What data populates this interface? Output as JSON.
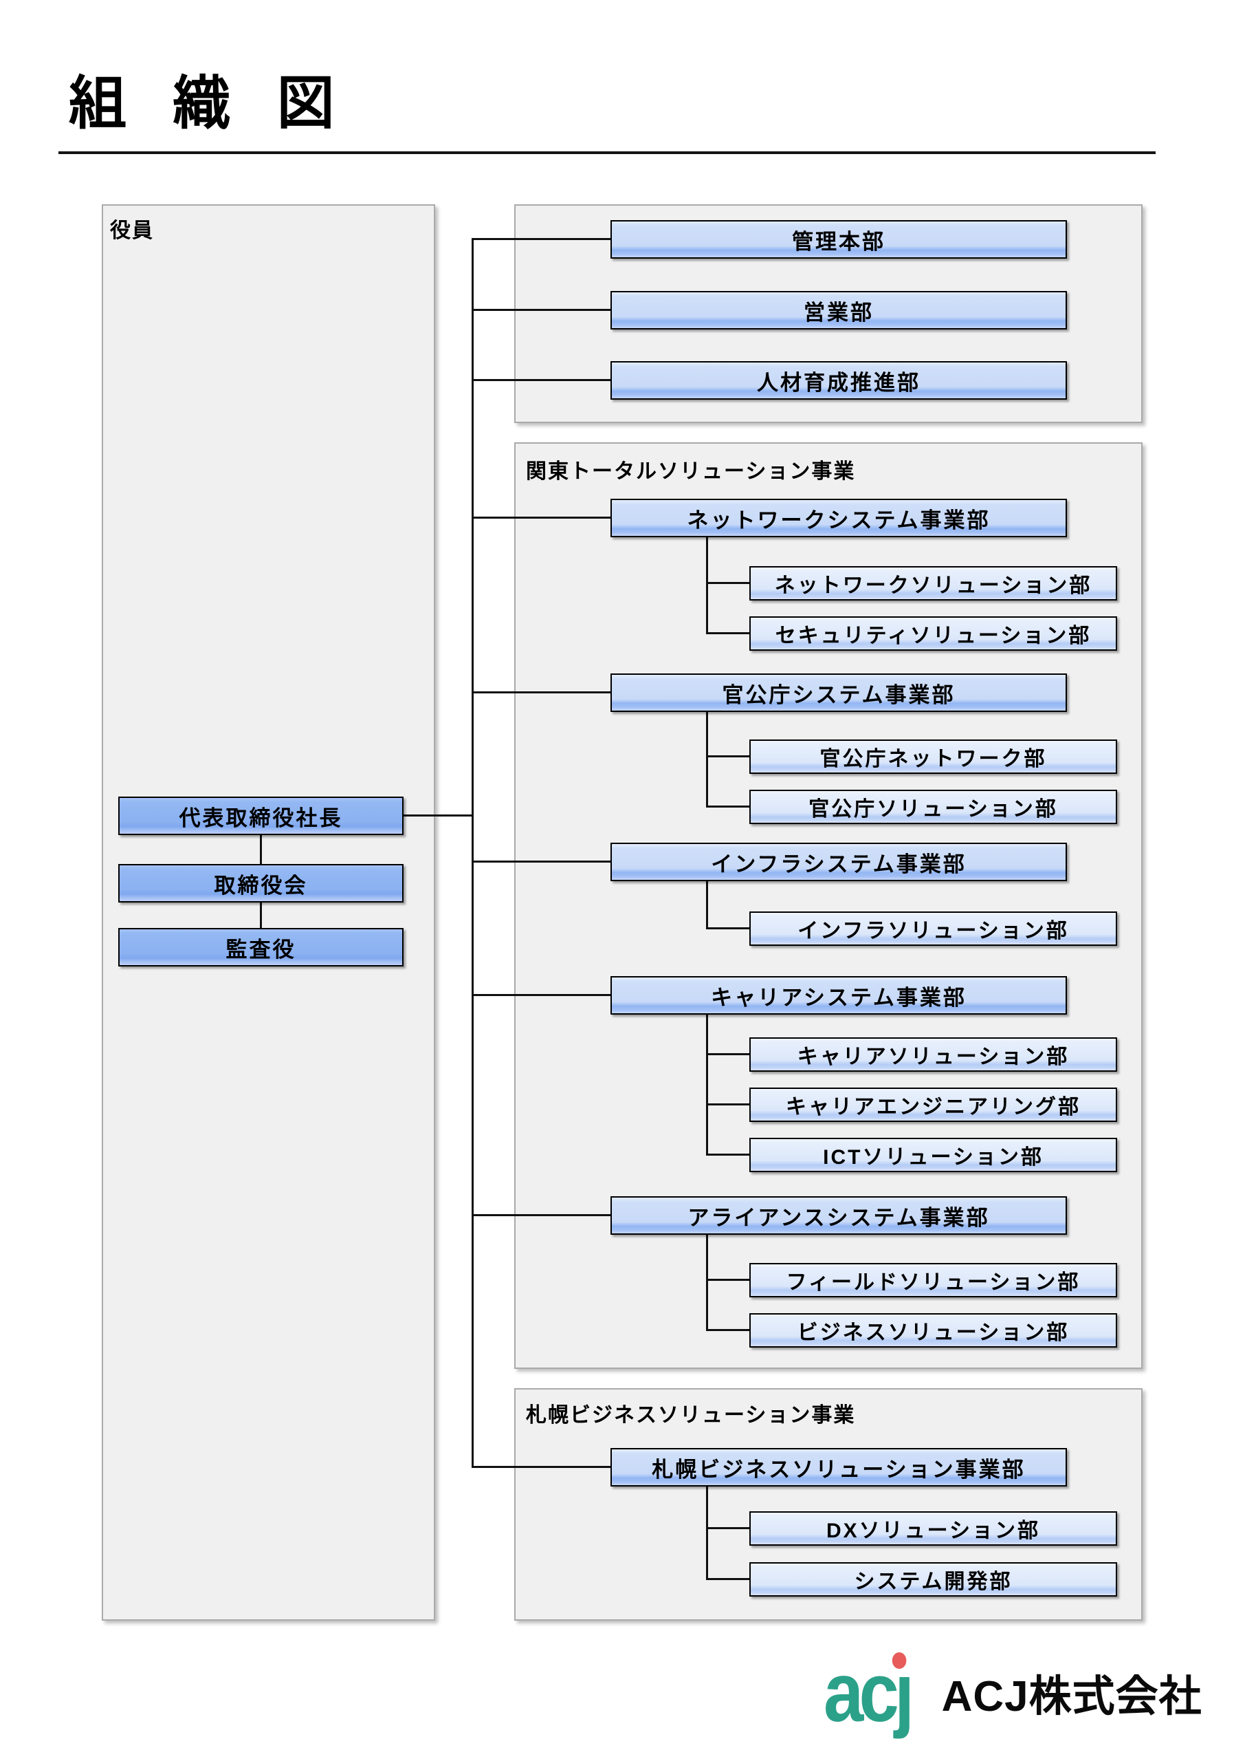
{
  "title": "組 織 図",
  "officers": {
    "label": "役員",
    "boxes": [
      {
        "label": "代表取締役社長"
      },
      {
        "label": "取締役会"
      },
      {
        "label": "監査役"
      }
    ]
  },
  "head_office": {
    "items": [
      {
        "label": "管理本部"
      },
      {
        "label": "営業部"
      },
      {
        "label": "人材育成推進部"
      }
    ]
  },
  "kanto": {
    "label": "関東トータルソリューション事業",
    "divisions": [
      {
        "label": "ネットワークシステム事業部",
        "children": [
          "ネットワークソリューション部",
          "セキュリティソリューション部"
        ]
      },
      {
        "label": "官公庁システム事業部",
        "children": [
          "官公庁ネットワーク部",
          "官公庁ソリューション部"
        ]
      },
      {
        "label": "インフラシステム事業部",
        "children": [
          "インフラソリューション部"
        ]
      },
      {
        "label": "キャリアシステム事業部",
        "children": [
          "キャリアソリューション部",
          "キャリアエンジニアリング部",
          "ICTソリューション部"
        ]
      },
      {
        "label": "アライアンスシステム事業部",
        "children": [
          "フィールドソリューション部",
          "ビジネスソリューション部"
        ]
      }
    ]
  },
  "sapporo": {
    "label": "札幌ビジネスソリューション事業",
    "divisions": [
      {
        "label": "札幌ビジネスソリューション事業部",
        "children": [
          "DXソリューション部",
          "システム開発部"
        ]
      }
    ]
  },
  "footer": {
    "logo_mark": "acȷ",
    "company_name": "ACJ株式会社"
  },
  "colors": {
    "officer_box_fill": "#8bb1f1",
    "division_box_fill": "#c8daf8",
    "department_box_fill": "#dbe7fa",
    "panel_fill": "#f0f0f0",
    "connector": "#111111",
    "logo_teal": "#2ca189",
    "logo_dot_red": "#e85b5b"
  }
}
